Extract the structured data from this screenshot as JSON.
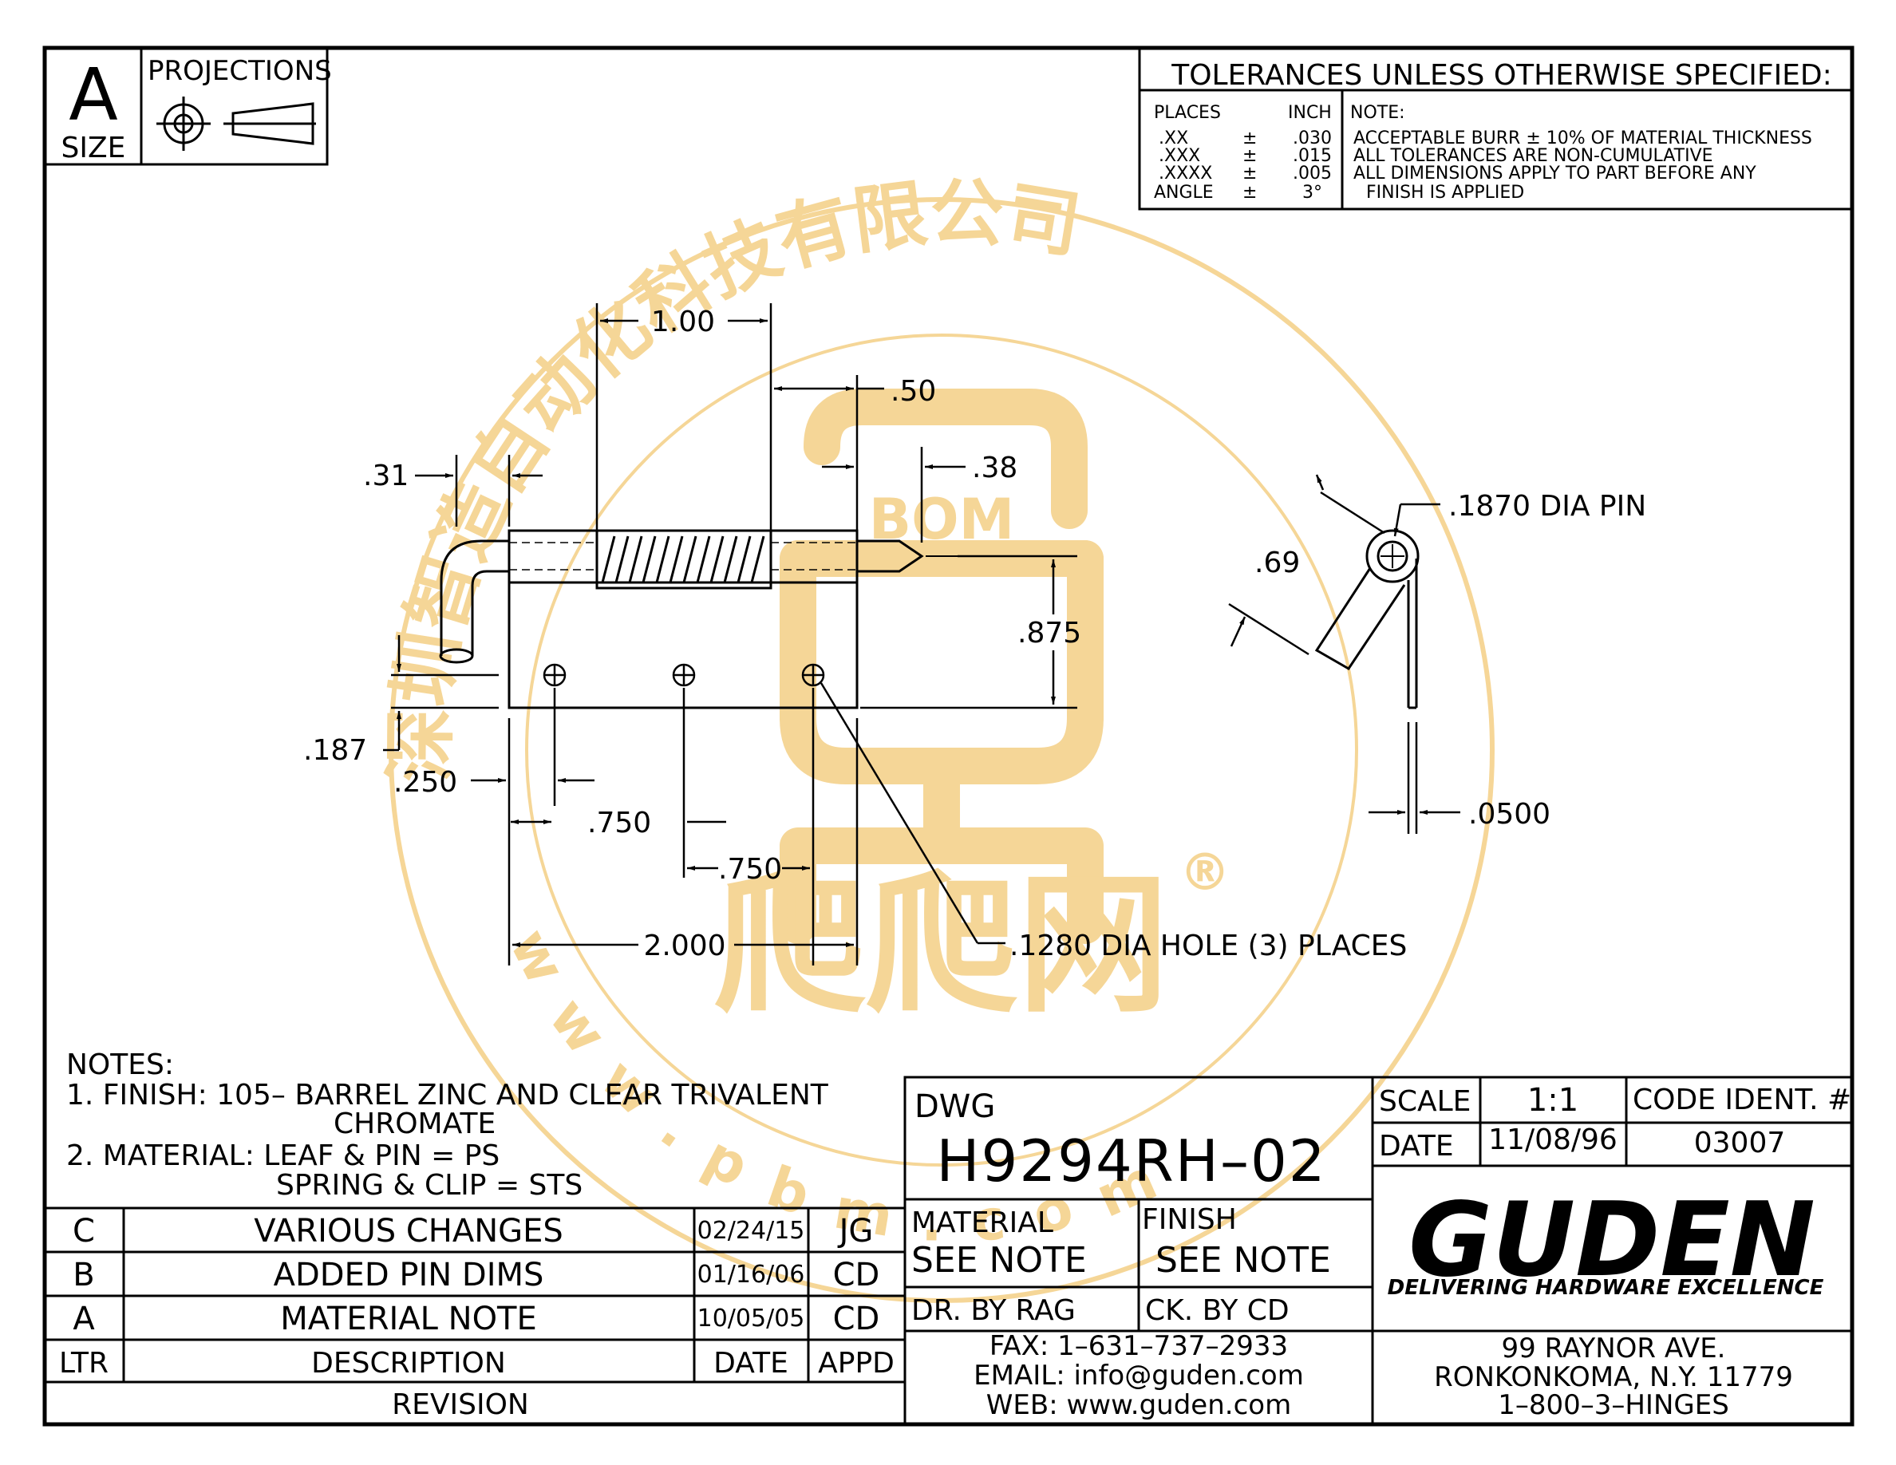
{
  "size_block": {
    "letter": "A",
    "label": "SIZE",
    "projections": "PROJECTIONS"
  },
  "tolerances": {
    "title": "TOLERANCES UNLESS OTHERWISE SPECIFIED:",
    "places_header": "PLACES",
    "inch_header": "INCH",
    "rows": [
      {
        "place": ".XX",
        "pm": "±",
        "value": ".030"
      },
      {
        "place": ".XXX",
        "pm": "±",
        "value": ".015"
      },
      {
        "place": ".XXXX",
        "pm": "±",
        "value": ".005"
      },
      {
        "place": "ANGLE",
        "pm": "±",
        "value": "3°"
      }
    ],
    "note_header": "NOTE:",
    "notes": [
      "ACCEPTABLE BURR ± 10% OF MATERIAL THICKNESS",
      "ALL TOLERANCES ARE NON-CUMULATIVE",
      "ALL DIMENSIONS APPLY TO PART BEFORE ANY",
      "FINISH IS APPLIED"
    ]
  },
  "dimensions": {
    "d_100": "1.00",
    "d_050": ".50",
    "d_031": ".31",
    "d_038": ".38",
    "d_0875": ".875",
    "d_0187": ".187",
    "d_0250": ".250",
    "d_0750a": ".750",
    "d_0750b": ".750",
    "d_2000": "2.000",
    "hole_note": ".1280 DIA HOLE (3) PLACES",
    "pin_note": ".1870 DIA PIN",
    "d_069": ".69",
    "d_0500": ".0500"
  },
  "notes": {
    "header": "NOTES:",
    "line1": "1. FINISH: 105– BARREL ZINC AND CLEAR TRIVALENT",
    "line1b": "CHROMATE",
    "line2": "2. MATERIAL: LEAF & PIN = PS",
    "line2b": "SPRING & CLIP = STS"
  },
  "revisions": {
    "rows": [
      {
        "ltr": "C",
        "desc": "VARIOUS CHANGES",
        "date": "02/24/15",
        "appd": "JG"
      },
      {
        "ltr": "B",
        "desc": "ADDED PIN DIMS",
        "date": "01/16/06",
        "appd": "CD"
      },
      {
        "ltr": "A",
        "desc": "MATERIAL NOTE",
        "date": "10/05/05",
        "appd": "CD"
      }
    ],
    "header": {
      "ltr": "LTR",
      "desc": "DESCRIPTION",
      "date": "DATE",
      "appd": "APPD"
    },
    "footer": "REVISION"
  },
  "title_block": {
    "dwg_label": "DWG",
    "dwg_number": "H9294RH–02",
    "material_label": "MATERIAL",
    "material_value": "SEE NOTE",
    "finish_label": "FINISH",
    "finish_value": "SEE NOTE",
    "drawn_by": "DR. BY RAG",
    "checked_by": "CK. BY CD",
    "fax": "FAX: 1–631–737–2933",
    "email": "EMAIL: info@guden.com",
    "web": "WEB: www.guden.com",
    "scale_label": "SCALE",
    "scale_value": "1:1",
    "code_label": "CODE IDENT. #",
    "date_label": "DATE",
    "date_value": "11/08/96",
    "code_value": "03007",
    "logo": "GUDEN",
    "tagline": "DELIVERING HARDWARE EXCELLENCE",
    "address1": "99 RAYNOR AVE.",
    "address2": "RONKONKOMA, N.Y. 11779",
    "address3": "1–800–3–HINGES"
  },
  "watermark": {
    "arc_text": "深圳智造自动化科技有限公司",
    "url_text": "www.pbm.com",
    "bom": "BOM",
    "brand": "爬爬网",
    "reg": "®",
    "color": "#f4cf85"
  }
}
